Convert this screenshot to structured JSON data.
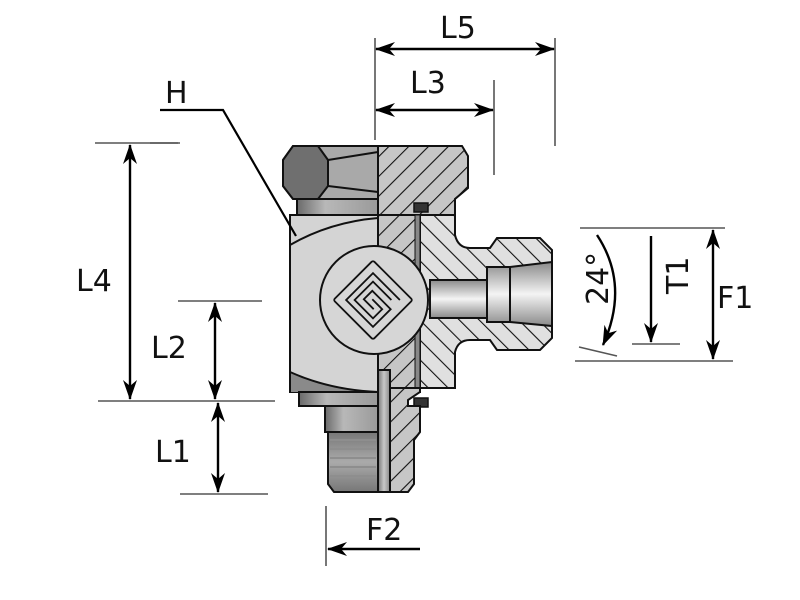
{
  "diagram": {
    "subject": "Swivel elbow fitting with banjo body, cross-section",
    "colors": {
      "background": "#ffffff",
      "body_light": "#d6d6d6",
      "body_mid": "#a8a8a8",
      "body_dark": "#6e6e6e",
      "hatch_fill": "#c4c4c4",
      "hatch_fill_light": "#dedede",
      "line": "#111111"
    },
    "labels": {
      "hex": "H",
      "l1": "L1",
      "l2": "L2",
      "l3": "L3",
      "l4": "L4",
      "l5": "L5",
      "f1": "F1",
      "f2": "F2",
      "t1": "T1",
      "angle": "24°"
    }
  }
}
